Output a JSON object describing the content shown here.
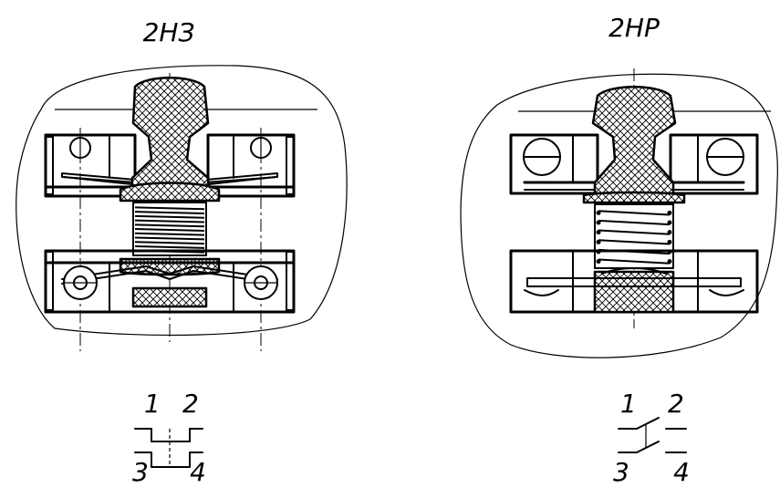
{
  "left_panel": {
    "title": "2НЗ",
    "terminals": {
      "t1": "1",
      "t2": "2",
      "t3": "3",
      "t4": "4"
    }
  },
  "right_panel": {
    "title": "2НР",
    "terminals": {
      "t1": "1",
      "t2": "2",
      "t3": "3",
      "t4": "4"
    }
  }
}
